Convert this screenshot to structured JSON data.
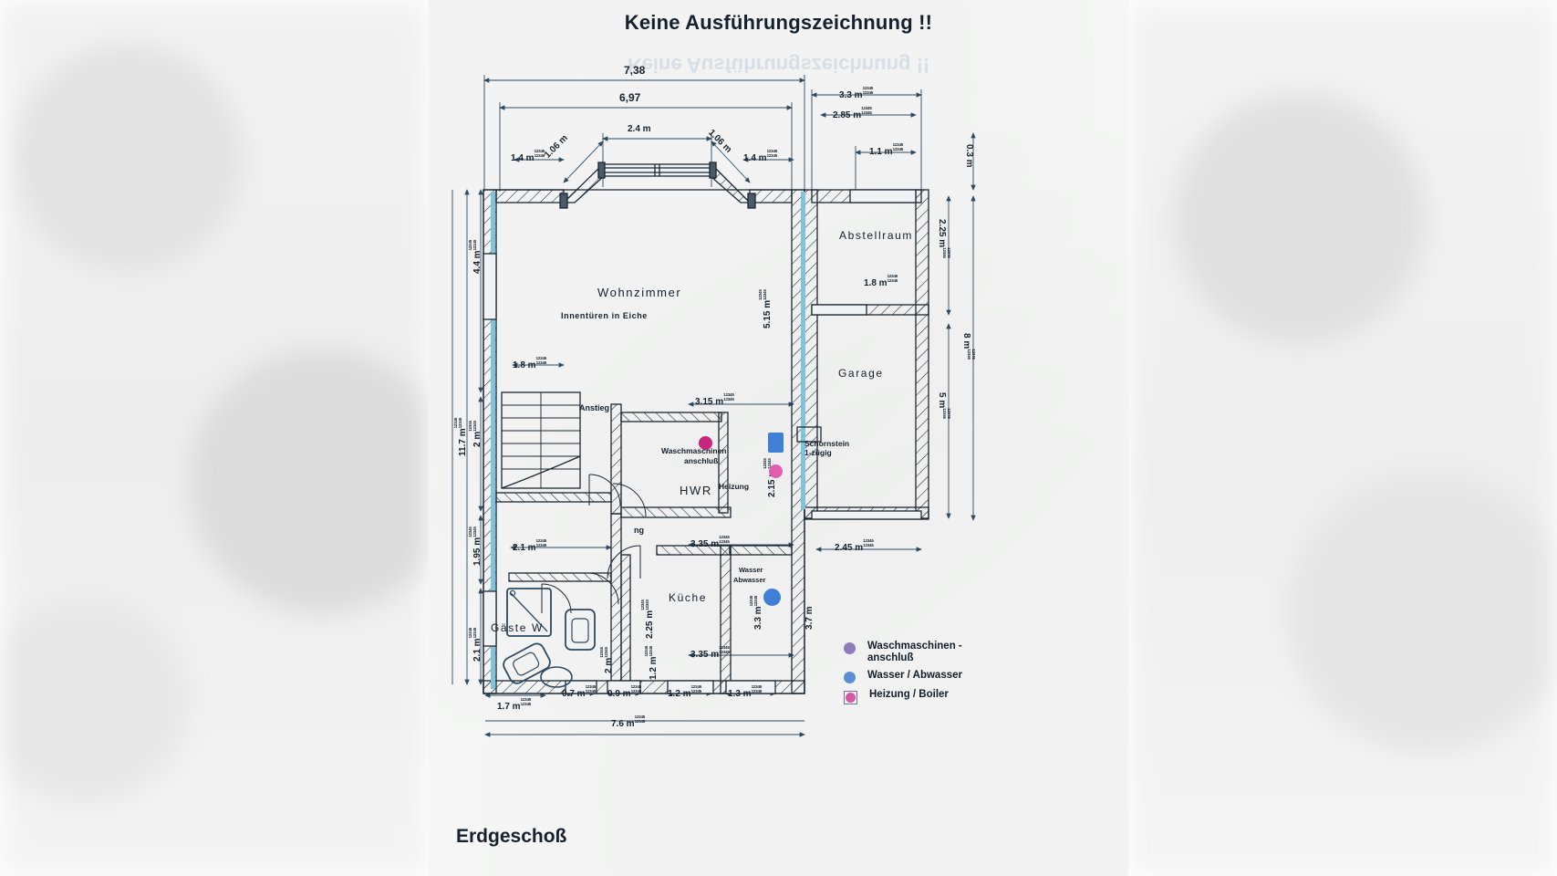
{
  "sheet": {
    "title": "Keine Ausführungszeichnung !!",
    "ghost_title": "Keine Ausführungszeichnung !!",
    "caption": "Erdgeschoß"
  },
  "rooms": [
    {
      "name": "Wohnzimmer",
      "sub": "Innentüren in Eiche"
    },
    {
      "name": "Abstellraum"
    },
    {
      "name": "Garage"
    },
    {
      "name": "HWR"
    },
    {
      "name": "Küche"
    },
    {
      "name": "Gäste W"
    }
  ],
  "room_labels": {
    "wohnzimmer": "Wohnzimmer",
    "wohnzimmer_sub": "Innentüren in Eiche",
    "abstellraum": "Abstellraum",
    "garage": "Garage",
    "hwr": "HWR",
    "kueche": "Küche",
    "gaeste_wc": "Gäste W"
  },
  "annotations": {
    "anstieg": "Anstieg",
    "anstieg2": "ng",
    "waschmaschinen": "Waschmaschinen",
    "anschluss": "anschluß",
    "heizung": "Heizung",
    "schornstein": "Schornstein",
    "schornstein_sub": "1-zügig",
    "wasser": "Wasser",
    "abwasser": "Abwasser"
  },
  "dimensions": {
    "top_outer": "7,38",
    "top_inner": "6,97",
    "bay_width": "2.4 m",
    "bay_left": "1.4 m",
    "bay_right": "1.4 m",
    "bay_diag_left": "1.06 m",
    "bay_diag_right": "1.06 m",
    "garage_outer": "3.3 m",
    "garage_inner": "2.85 m",
    "abstell_door": "1.1 m",
    "abstell_depth": "0.3 m",
    "abstell_height": "2.25 m",
    "abstell_inner": "1.8 m",
    "right_total": "8 m",
    "garage_height": "5 m",
    "left_top": "4.4 m",
    "left_total": "11.7 m",
    "left_mid": "2 m",
    "left_mid2": "1.95 m",
    "left_bottom": "2.1 m",
    "wz_window": "1.8 m",
    "wz_right": "5.15 m",
    "hwr_width": "3.15 m",
    "hwr_height": "2.15 m",
    "flur_width": "3.35 m",
    "kueche_width": "3.35 m",
    "kueche_height": "2.25 m",
    "kueche_small": "1.2 m",
    "wc_width": "2.1 m",
    "wc_height": "2 m",
    "wc_small": "1.2 m",
    "garage_door": "2.45 m",
    "right_bottom": "3.7 m",
    "water_dim": "3.3 m",
    "bottom_1": "1.7 m",
    "bottom_2": "0.7 m",
    "bottom_3": "0.9 m",
    "bottom_4": "1.2 m",
    "bottom_5": "1.3 m",
    "bottom_total": "7.6 m",
    "tick_top": "12345",
    "tick_bottom": "12345"
  },
  "legend": {
    "items": [
      {
        "label_1": "Waschmaschinen -",
        "label_2": "anschluß",
        "color": "#8f7bbd",
        "shape": "circle"
      },
      {
        "label_1": "Wasser / Abwasser",
        "label_2": "",
        "color": "#5b8fd4",
        "shape": "circle"
      },
      {
        "label_1": "Heizung / Boiler",
        "label_2": "",
        "color": "#d457a4",
        "shape": "box"
      }
    ]
  },
  "colors": {
    "ink": "#15202c",
    "wall": "#1b2733",
    "dimline": "#2b4a63",
    "insulation": "#7fc3dd",
    "washer": "#c9247e",
    "water": "#4a84d8",
    "heating": "#e25fb0"
  }
}
